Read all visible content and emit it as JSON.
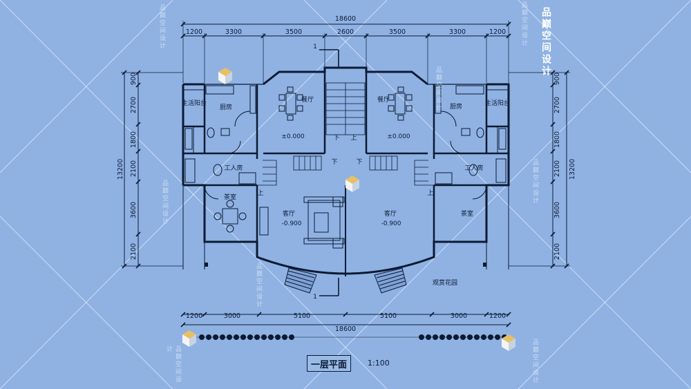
{
  "drawing": {
    "title": "一层平面",
    "scale": "1:100",
    "brand": "品巅空间设计",
    "watermark": "品巅空间设计"
  },
  "dimensions": {
    "overall_top": "18600",
    "overall_bottom": "18600",
    "overall_side": "13200",
    "top_segments": [
      "1200",
      "3300",
      "3500",
      "2600",
      "3500",
      "3300",
      "1200"
    ],
    "bottom_segments": [
      "1200",
      "3000",
      "5100",
      "5100",
      "3000",
      "1200"
    ],
    "left_segments": [
      "900",
      "2700",
      "1800",
      "2100",
      "3600",
      "2100"
    ],
    "right_segments": [
      "900",
      "2700",
      "1800",
      "2100",
      "3600",
      "2100"
    ]
  },
  "rooms": {
    "living_balcony_left": "生活阳台",
    "living_balcony_right": "生活阳台",
    "kitchen_left": "厨房",
    "kitchen_right": "厨房",
    "dining_left": "餐厅",
    "dining_right": "餐厅",
    "servant_left": "工人房",
    "servant_right": "工人房",
    "tea_left": "茶室",
    "tea_right": "茶室",
    "living_left": "客厅",
    "living_right": "客厅",
    "courtyard": "观赏花园"
  },
  "levels": {
    "dining_left": "±0.000",
    "dining_right": "±0.000",
    "living_left": "-0.900",
    "living_right": "-0.900"
  },
  "stair_marks": {
    "up": "上",
    "down": "下",
    "section": "1"
  }
}
